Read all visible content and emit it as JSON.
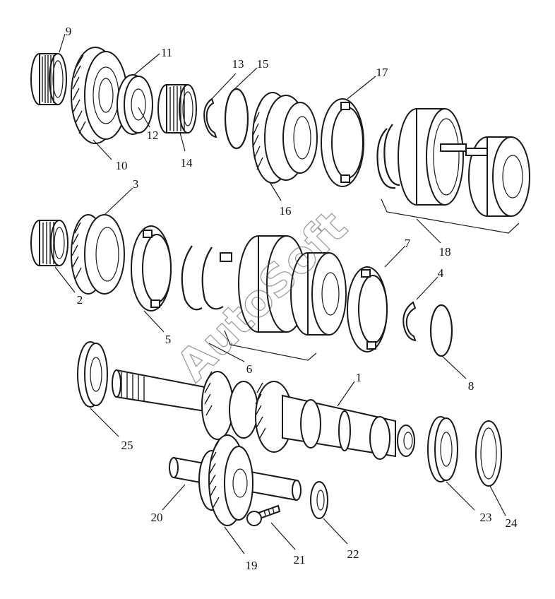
{
  "watermark": "AutoSoft",
  "labels": {
    "p1": "1",
    "p2": "2",
    "p3": "3",
    "p4": "4",
    "p5": "5",
    "p6": "6",
    "p7": "7",
    "p8": "8",
    "p9": "9",
    "p10": "10",
    "p11": "11",
    "p12": "12",
    "p13": "13",
    "p14": "14",
    "p15": "15",
    "p16": "16",
    "p17": "17",
    "p18": "18",
    "p19": "19",
    "p20": "20",
    "p21": "21",
    "p22": "22",
    "p23": "23",
    "p24": "24",
    "p25": "25"
  }
}
